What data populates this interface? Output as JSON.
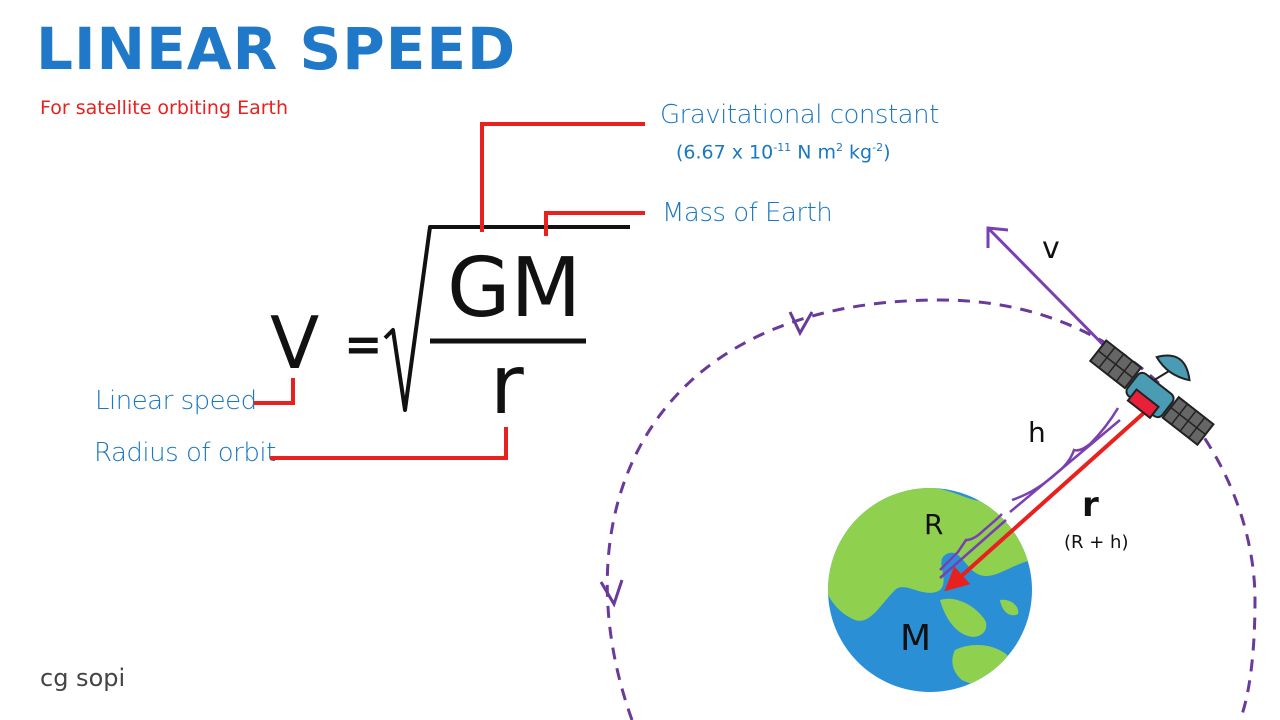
{
  "header": {
    "title": "LINEAR SPEED",
    "subtitle": "For satellite orbiting Earth"
  },
  "formula": {
    "lhs": "V",
    "equals": "=",
    "numerator": "GM",
    "denominator": "r"
  },
  "labels": {
    "gravitational_constant": "Gravitational constant",
    "g_value_prefix": "(6.67 x 10",
    "g_exp1": "-11",
    "g_mid": " N m",
    "g_exp2": "2",
    "g_kg": " kg",
    "g_exp3": "-2",
    "g_suffix": ")",
    "mass_of_earth": "Mass of Earth",
    "linear_speed": "Linear speed",
    "radius_of_orbit": "Radius of orbit"
  },
  "diagram": {
    "velocity": "v",
    "height": "h",
    "earth_radius": "R",
    "orbit_radius": "r",
    "orbit_radius_sum": "(R + h)",
    "earth_mass": "M"
  },
  "footer": {
    "credit": "cg sopi"
  },
  "colors": {
    "title_blue": "#1f78c8",
    "label_blue": "#1a78c2",
    "leader_red": "#e8201e",
    "orbit_purple": "#6a3a9a",
    "ocean": "#2b8fd6",
    "land": "#8fd14f"
  }
}
